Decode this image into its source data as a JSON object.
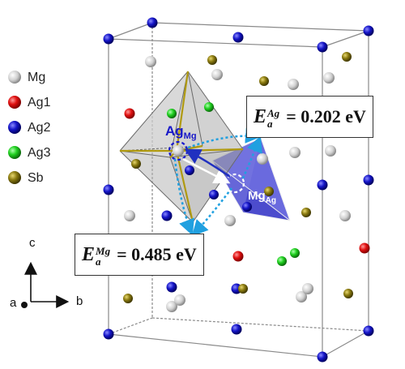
{
  "legend": [
    {
      "label": "Mg",
      "color": "#d4d4d4"
    },
    {
      "label": "Ag1",
      "color": "#e01010"
    },
    {
      "label": "Ag2",
      "color": "#1010c8"
    },
    {
      "label": "Ag3",
      "color": "#20d020"
    },
    {
      "label": "Sb",
      "color": "#8a7a10"
    }
  ],
  "axes": {
    "c": "c",
    "a": "a",
    "b": "b"
  },
  "sites": {
    "ag_mg": {
      "base": "Ag",
      "sub": "Mg"
    },
    "mg_ag": {
      "base": "Mg",
      "sub": "Ag"
    }
  },
  "energies": {
    "ag": {
      "symbol": "E",
      "sup": "Ag",
      "sub": "a",
      "rest": "= 0.202 eV"
    },
    "mg": {
      "symbol": "E",
      "sup": "Mg",
      "sub": "a",
      "rest": "= 0.485 eV"
    }
  },
  "colors": {
    "mg_atom": "#d4d4d4",
    "ag1_atom": "#e01010",
    "ag2_atom": "#1010c8",
    "ag3_atom": "#20d020",
    "sb_atom": "#8a7a10",
    "octahedron": "#c8c8c8",
    "tetrahedron": "#3a3ad0",
    "path_arrow": "#20a0e0"
  }
}
